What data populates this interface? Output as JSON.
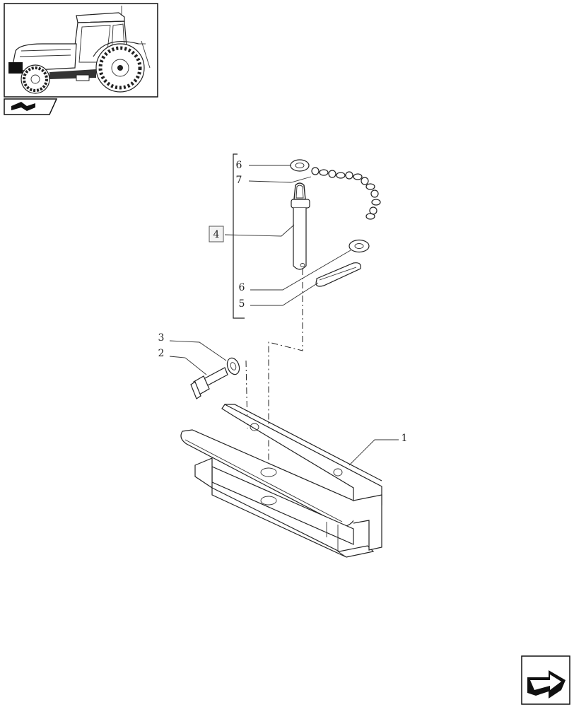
{
  "thumbnail": {
    "icon": "tractor-icon"
  },
  "section_tab": {
    "icon": "section-arrow-icon"
  },
  "callouts": {
    "c6a": "6",
    "c7": "7",
    "c4": "4",
    "c6b": "6",
    "c5": "5",
    "c3": "3",
    "c2": "2",
    "c1": "1"
  },
  "nav": {
    "icon": "next-page-arrow-icon"
  }
}
